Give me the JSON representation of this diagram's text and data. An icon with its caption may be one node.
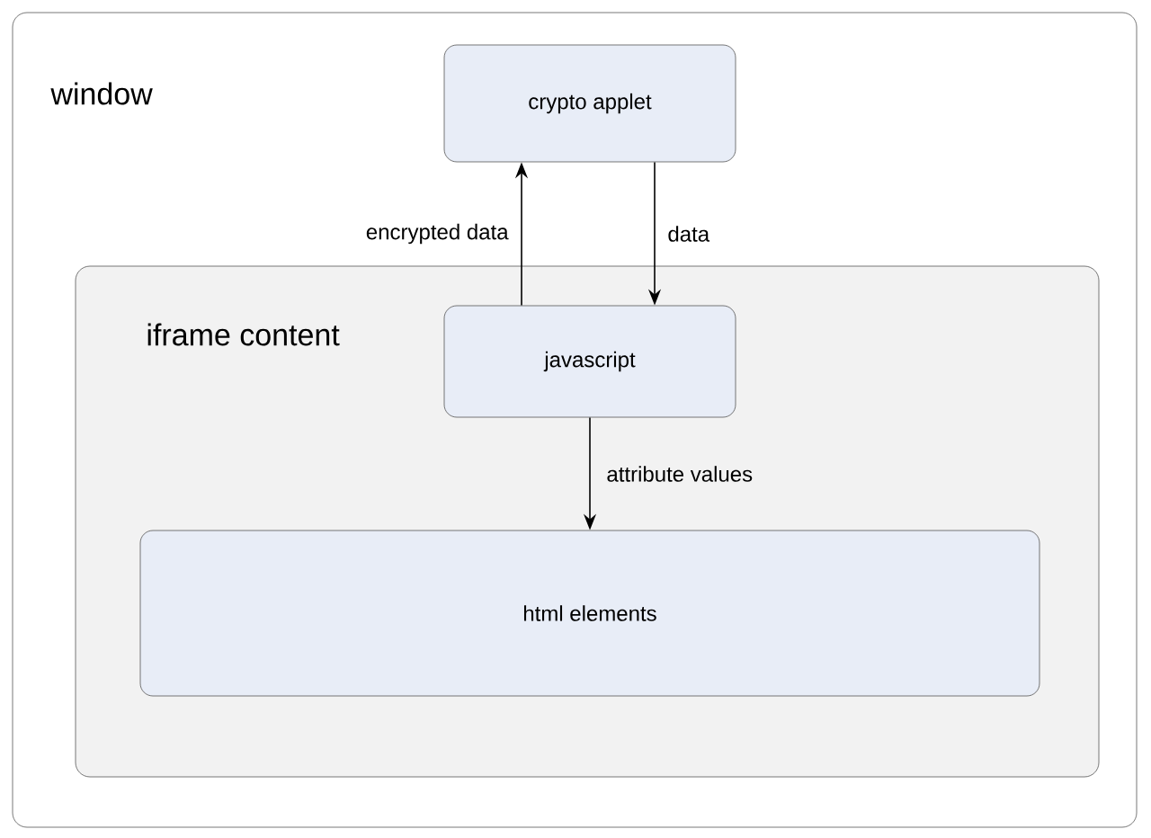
{
  "diagram": {
    "nodes": [
      {
        "text": [
          "window"
        ]
      },
      {
        "text": [
          "crypto applet"
        ],
        "in": 0
      },
      {
        "text": [
          "iframe content"
        ],
        "in": 0
      },
      {
        "text": [
          "javascript"
        ],
        "in": 2
      },
      {
        "text": [
          "html elements"
        ],
        "in": 2
      }
    ],
    "edges": [
      {
        "from": 3,
        "to": 1,
        "arrow": "to",
        "label": "encrypted data"
      },
      {
        "from": 1,
        "to": 3,
        "arrow": "to",
        "label": "data"
      },
      {
        "from": 3,
        "to": 4,
        "arrow": "to",
        "label": "attribute values"
      }
    ]
  }
}
